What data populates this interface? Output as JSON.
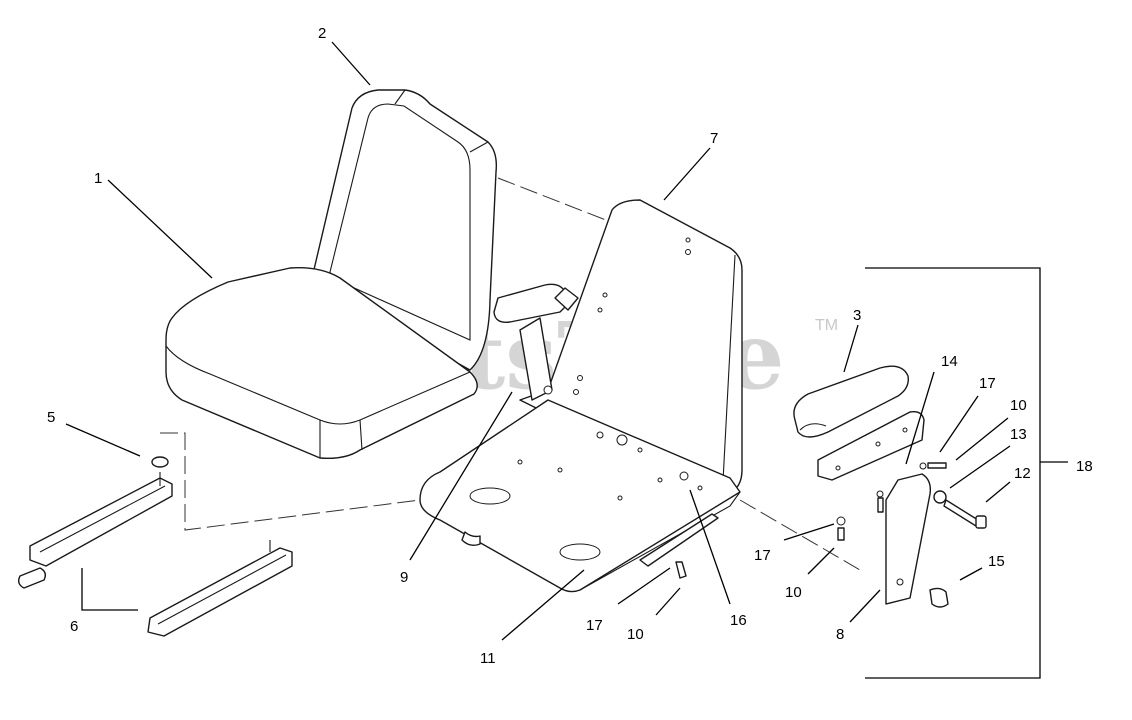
{
  "watermark": {
    "text": "PartsTree",
    "tm": "TM"
  },
  "callouts": {
    "c1": "1",
    "c2": "2",
    "c3": "3",
    "c5": "5",
    "c6": "6",
    "c7": "7",
    "c8": "8",
    "c9": "9",
    "c10a": "10",
    "c10b": "10",
    "c10c": "10",
    "c11": "11",
    "c12": "12",
    "c13": "13",
    "c14": "14",
    "c15": "15",
    "c16": "16",
    "c17a": "17",
    "c17b": "17",
    "c17c": "17",
    "c18": "18"
  }
}
